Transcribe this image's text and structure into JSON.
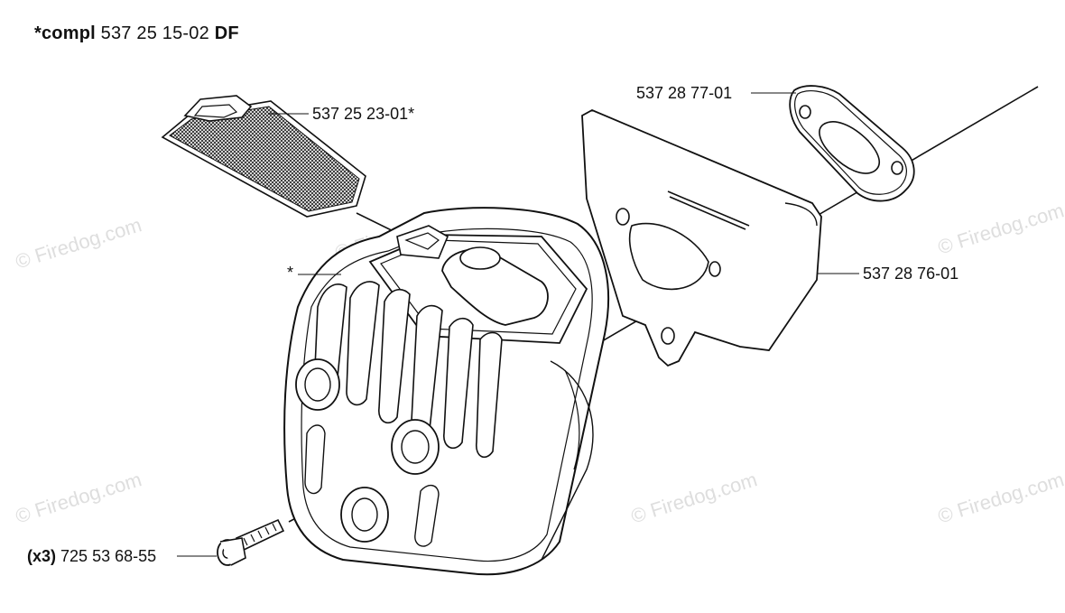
{
  "header": {
    "prefix": "*compl",
    "part": "537 25 15-02",
    "suffix": "DF"
  },
  "callouts": {
    "filter": "537 25 23-01*",
    "gasket": "537 28 77-01",
    "plate": "537 28 76-01",
    "muffler_mark": "*",
    "screw_qty": "(x3)",
    "screw_part": "725 53 68-55"
  },
  "watermark": "© Firedog.com"
}
